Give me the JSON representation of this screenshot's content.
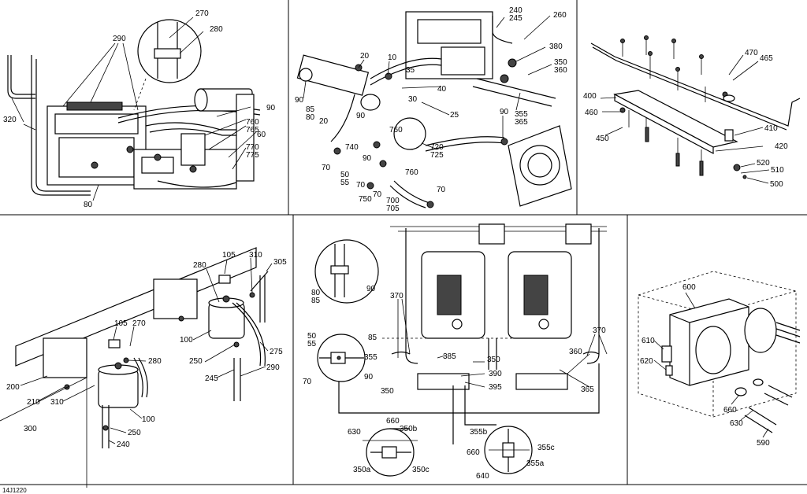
{
  "drawing_code": "14J1220",
  "panels": {
    "engine": {
      "labels": [
        "270",
        "280",
        "290",
        "320",
        "90",
        "760",
        "765",
        "60",
        "770",
        "775",
        "80"
      ]
    },
    "intercooler": {
      "labels": [
        "240",
        "245",
        "260",
        "380",
        "350",
        "360",
        "355",
        "365",
        "20",
        "10",
        "35",
        "40",
        "30",
        "25",
        "90",
        "85",
        "80",
        "20",
        "90",
        "760",
        "740",
        "720",
        "725",
        "90",
        "70",
        "50",
        "55",
        "70",
        "750",
        "90",
        "70",
        "700",
        "705",
        "760",
        "70"
      ]
    },
    "plate": {
      "labels": [
        "470",
        "465",
        "400",
        "460",
        "450",
        "410",
        "420",
        "520",
        "510",
        "500"
      ]
    },
    "tank": {
      "labels": [
        "105",
        "310",
        "305",
        "280",
        "275",
        "290",
        "245",
        "250",
        "100",
        "105",
        "270",
        "280",
        "100",
        "250",
        "240",
        "200",
        "210",
        "310",
        "300"
      ]
    },
    "hoses": {
      "labels": [
        "370",
        "80",
        "85",
        "90",
        "50",
        "55",
        "70",
        "85",
        "355",
        "90",
        "350",
        "385",
        "390",
        "395",
        "350",
        "360",
        "365",
        "370",
        "630",
        "660",
        "350b",
        "350a",
        "350c",
        "355b",
        "660",
        "355c",
        "355a",
        "640"
      ]
    },
    "blower": {
      "labels": [
        "600",
        "610",
        "620",
        "660",
        "630",
        "590"
      ]
    }
  }
}
